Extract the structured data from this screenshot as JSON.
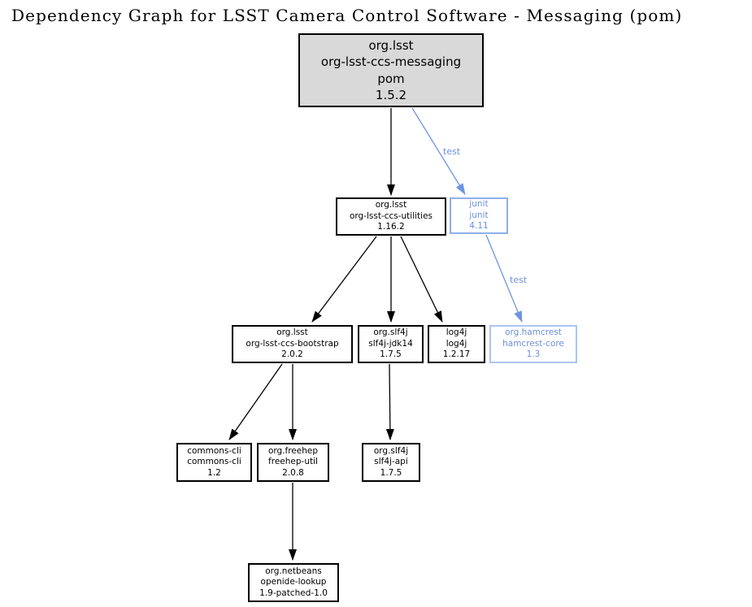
{
  "title": "Dependency Graph for LSST Camera Control Software - Messaging (pom)",
  "colors": {
    "root_node_fill": "#d9d9d9",
    "node_border": "#000000",
    "edge_black": "#000000",
    "edge_blue": "#6d94e0",
    "test_scope_text": "#6c8fdd",
    "junit_border": "#8fafea",
    "hamcrest_border": "#abc5f1",
    "background": "#ffffff"
  },
  "nodes": [
    {
      "id": "messaging",
      "scope": "root",
      "lines": [
        "org.lsst",
        "org-lsst-ccs-messaging",
        "pom",
        "1.5.2"
      ]
    },
    {
      "id": "utilities",
      "scope": "compile",
      "lines": [
        "org.lsst",
        "org-lsst-ccs-utilities",
        "1.16.2"
      ]
    },
    {
      "id": "junit",
      "scope": "test",
      "lines": [
        "junit",
        "junit",
        "4.11"
      ]
    },
    {
      "id": "bootstrap",
      "scope": "compile",
      "lines": [
        "org.lsst",
        "org-lsst-ccs-bootstrap",
        "2.0.2"
      ]
    },
    {
      "id": "slf4j-jdk14",
      "scope": "compile",
      "lines": [
        "org.slf4j",
        "slf4j-jdk14",
        "1.7.5"
      ]
    },
    {
      "id": "log4j",
      "scope": "compile",
      "lines": [
        "log4j",
        "log4j",
        "1.2.17"
      ]
    },
    {
      "id": "hamcrest",
      "scope": "test",
      "lines": [
        "org.hamcrest",
        "hamcrest-core",
        "1.3"
      ]
    },
    {
      "id": "commons-cli",
      "scope": "compile",
      "lines": [
        "commons-cli",
        "commons-cli",
        "1.2"
      ]
    },
    {
      "id": "freehep-util",
      "scope": "compile",
      "lines": [
        "org.freehep",
        "freehep-util",
        "2.0.8"
      ]
    },
    {
      "id": "slf4j-api",
      "scope": "compile",
      "lines": [
        "org.slf4j",
        "slf4j-api",
        "1.7.5"
      ]
    },
    {
      "id": "netbeans",
      "scope": "compile",
      "lines": [
        "org.netbeans",
        "openide-lookup",
        "1.9-patched-1.0"
      ]
    }
  ],
  "edges": [
    {
      "from": "messaging",
      "to": "junit",
      "label": "test"
    },
    {
      "from": "junit",
      "to": "hamcrest",
      "label": "test"
    }
  ]
}
